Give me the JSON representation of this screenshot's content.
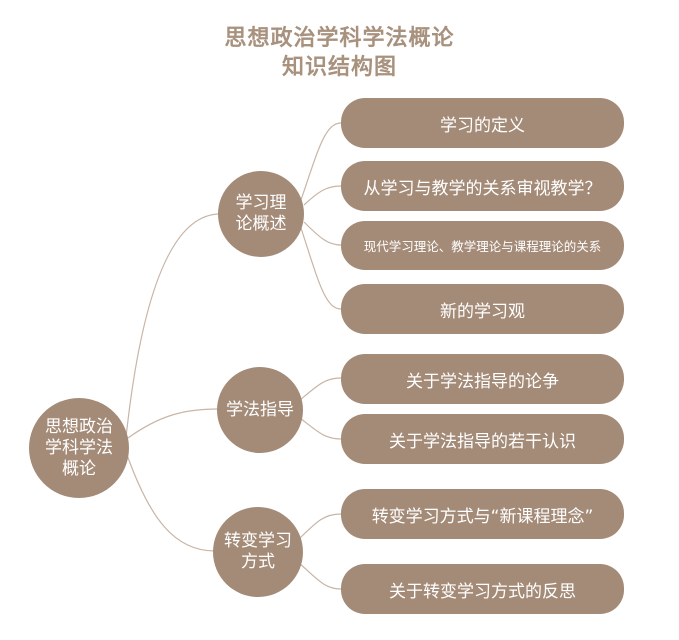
{
  "title": {
    "line1": "思想政治学科学法概论",
    "line2": "知识结构图"
  },
  "root": {
    "lines": [
      "思想政治",
      "学科学法",
      "概论"
    ]
  },
  "branches": [
    {
      "lines": [
        "学习理",
        "论概述"
      ],
      "leaves": [
        "学习的定义",
        "从学习与教学的关系审视教学？",
        "现代学习理论、教学理论与课程理论的关系",
        "新的学习观"
      ]
    },
    {
      "lines": [
        "学法指导"
      ],
      "leaves": [
        "关于学法指导的论争",
        "关于学法指导的若干认识"
      ]
    },
    {
      "lines": [
        "转变学习",
        "方式"
      ],
      "leaves": [
        "转变学习方式与“新课程理念”",
        "关于转变学习方式的反思"
      ]
    }
  ],
  "colors": {
    "node_fill": "#a48b78",
    "title": "#a8917d",
    "connector": "#c8b5a7",
    "node_text": "#ffffff"
  }
}
